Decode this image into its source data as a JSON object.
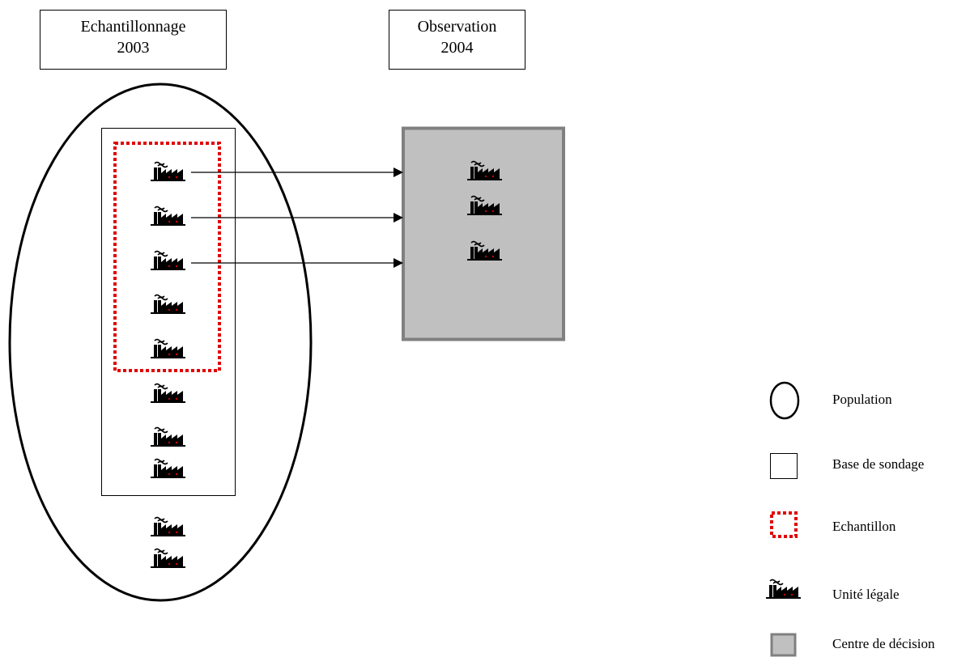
{
  "headers": {
    "sampling": {
      "line1": "Echantillonnage",
      "line2": "2003"
    },
    "observation": {
      "line1": "Observation",
      "line2": "2004"
    }
  },
  "frame_units": 8,
  "sample_units": 5,
  "outside_units": 2,
  "decision_units": 3,
  "links": 3,
  "legend": {
    "population": "Population",
    "sampling_frame": "Base de sondage",
    "sample": "Echantillon",
    "legal_unit": "Unité légale",
    "decision_center": "Centre de décision"
  },
  "colors": {
    "line": "#000000",
    "sample_border": "#e00000",
    "decision_fill": "#c0c0c0",
    "decision_border": "#808080",
    "factory_dot": "#cc0000"
  },
  "icons": {
    "population": "ellipse-icon",
    "sampling_frame": "rectangle-icon",
    "sample": "dotted-rectangle-icon",
    "legal_unit": "factory-icon",
    "decision_center": "grey-box-icon"
  }
}
